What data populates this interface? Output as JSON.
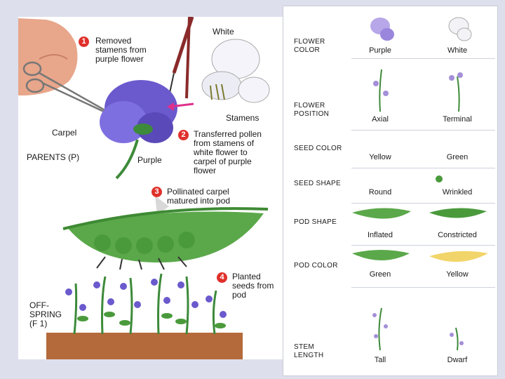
{
  "experiment": {
    "step1_number": "1",
    "step1_text": "Removed stamens from purple flower",
    "white_label": "White",
    "stamens_label": "Stamens",
    "carpel_label": "Carpel",
    "parents_label": "PARENTS (P)",
    "purple_label": "Purple",
    "step2_number": "2",
    "step2_text": "Transferred pollen from stamens of white flower to carpel of purple flower",
    "step3_number": "3",
    "step3_text": "Pollinated carpel matured into pod",
    "step4_number": "4",
    "step4_text": "Planted seeds from pod",
    "offspring_label": "OFF-SPRING (F 1)"
  },
  "traits": [
    {
      "name": "FLOWER COLOR",
      "dominant": "Purple",
      "recessive": "White"
    },
    {
      "name": "FLOWER POSITION",
      "dominant": "Axial",
      "recessive": "Terminal"
    },
    {
      "name": "SEED COLOR",
      "dominant": "Yellow",
      "recessive": "Green"
    },
    {
      "name": "SEED SHAPE",
      "dominant": "Round",
      "recessive": "Wrinkled"
    },
    {
      "name": "POD SHAPE",
      "dominant": "Inflated",
      "recessive": "Constricted"
    },
    {
      "name": "POD COLOR",
      "dominant": "Green",
      "recessive": "Yellow"
    },
    {
      "name": "STEM LENGTH",
      "dominant": "Tall",
      "recessive": "Dwarf"
    }
  ],
  "colors": {
    "background": "#dde0ec",
    "step_badge": "#e0302a",
    "pod_green": "#5ba84a",
    "pod_yellow": "#f2d56a",
    "flower_purple": "#6a5acd",
    "soil": "#b46a3a"
  }
}
